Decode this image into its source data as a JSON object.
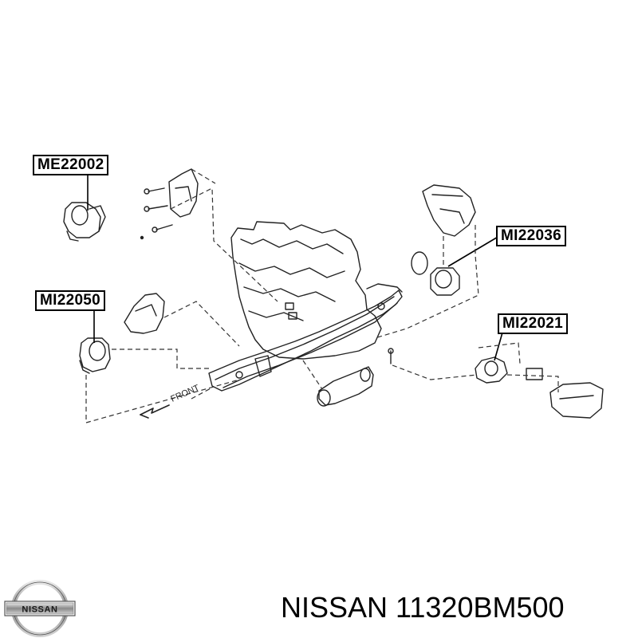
{
  "callouts": [
    {
      "part_code": "ME22002"
    },
    {
      "part_code": "MI22050"
    },
    {
      "part_code": "MI22036"
    },
    {
      "part_code": "MI22021"
    }
  ],
  "diagram": {
    "direction_label": "FRONT"
  },
  "footer": {
    "brand_logo_text": "NISSAN",
    "part_caption": "NISSAN 11320BM500"
  }
}
